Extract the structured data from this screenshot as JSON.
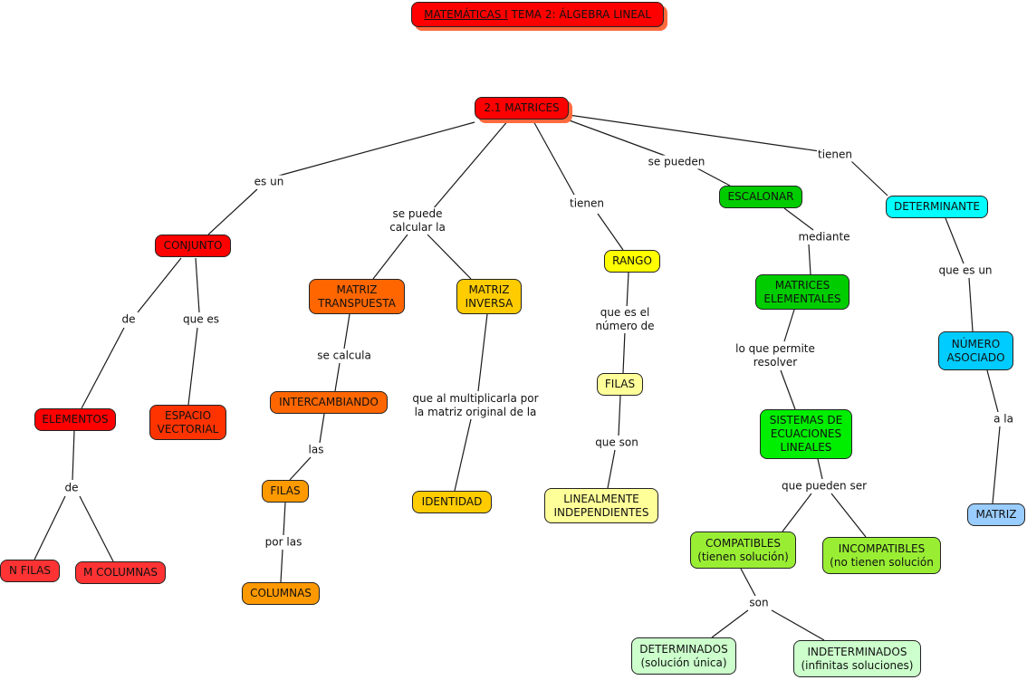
{
  "title": {
    "link_text": "MATEMÁTICAS I",
    "rest_text": " TEMA 2: ÁLGEBRA LINEAL",
    "color": "#ff0000"
  },
  "nodes": {
    "matrices": {
      "text": "2.1 MATRICES",
      "color": "#ff0000"
    },
    "conjunto": {
      "text": "CONJUNTO",
      "color": "#ff0000"
    },
    "elementos": {
      "text": "ELEMENTOS",
      "color": "#ff0000"
    },
    "espacio_vectorial": {
      "text": "ESPACIO\nVECTORIAL",
      "color": "#ff3300"
    },
    "n_filas": {
      "text": "N FILAS",
      "color": "#ff3333"
    },
    "m_columnas": {
      "text": "M COLUMNAS",
      "color": "#ff3333"
    },
    "matriz_transpuesta": {
      "text": "MATRIZ\nTRANSPUESTA",
      "color": "#ff6600"
    },
    "intercambiando": {
      "text": "INTERCAMBIANDO",
      "color": "#ff6600"
    },
    "filas_orange": {
      "text": "FILAS",
      "color": "#ff9900"
    },
    "columnas": {
      "text": "COLUMNAS",
      "color": "#ff9900"
    },
    "matriz_inversa": {
      "text": "MATRIZ\nINVERSA",
      "color": "#ffcc00"
    },
    "identidad": {
      "text": "IDENTIDAD",
      "color": "#ffcc00"
    },
    "rango": {
      "text": "RANGO",
      "color": "#ffff00"
    },
    "filas_yellow": {
      "text": "FILAS",
      "color": "#ffff99"
    },
    "linealmente_independientes": {
      "text": "LINEALMENTE\nINDEPENDIENTES",
      "color": "#ffff99"
    },
    "escalonar": {
      "text": "ESCALONAR",
      "color": "#00cc00"
    },
    "matrices_elementales": {
      "text": "MATRICES\nELEMENTALES",
      "color": "#00cc00"
    },
    "sistemas_ecuaciones": {
      "text": "SISTEMAS DE\nECUACIONES\nLINEALES",
      "color": "#00ee00"
    },
    "compatibles": {
      "text": "COMPATIBLES\n(tienen solución)",
      "color": "#99ee33"
    },
    "incompatibles": {
      "text": "INCOMPATIBLES\n(no tienen solución",
      "color": "#99ee33"
    },
    "determinados": {
      "text": "DETERMINADOS\n(solución única)",
      "color": "#ccffcc"
    },
    "indeterminados": {
      "text": "INDETERMINADOS\n(infinitas soluciones)",
      "color": "#ccffcc"
    },
    "determinante": {
      "text": "DETERMINANTE",
      "color": "#00ffff"
    },
    "numero_asociado": {
      "text": "NÚMERO\nASOCIADO",
      "color": "#00ccff"
    },
    "matriz_blue": {
      "text": "MATRIZ",
      "color": "#99ccff"
    }
  },
  "links": {
    "es_un": "es un",
    "se_puede_calcular": "se puede\ncalcular la",
    "tienen_rango": "tienen",
    "se_pueden": "se pueden",
    "tienen_det": "tienen",
    "de_conjunto": "de",
    "que_es": "que es",
    "de_elementos": "de",
    "se_calcula": "se calcula",
    "las": "las",
    "por_las": "por las",
    "que_al_multiplicarla": "que al multiplicarla por\nla matriz original de la",
    "que_es_el_numero": "que es el\nnúmero de",
    "que_son": "que son",
    "mediante": "mediante",
    "lo_que_permite": "lo que permite\nresolver",
    "que_pueden_ser": "que pueden ser",
    "son": "son",
    "que_es_un": "que es un",
    "a_la": "a la"
  }
}
